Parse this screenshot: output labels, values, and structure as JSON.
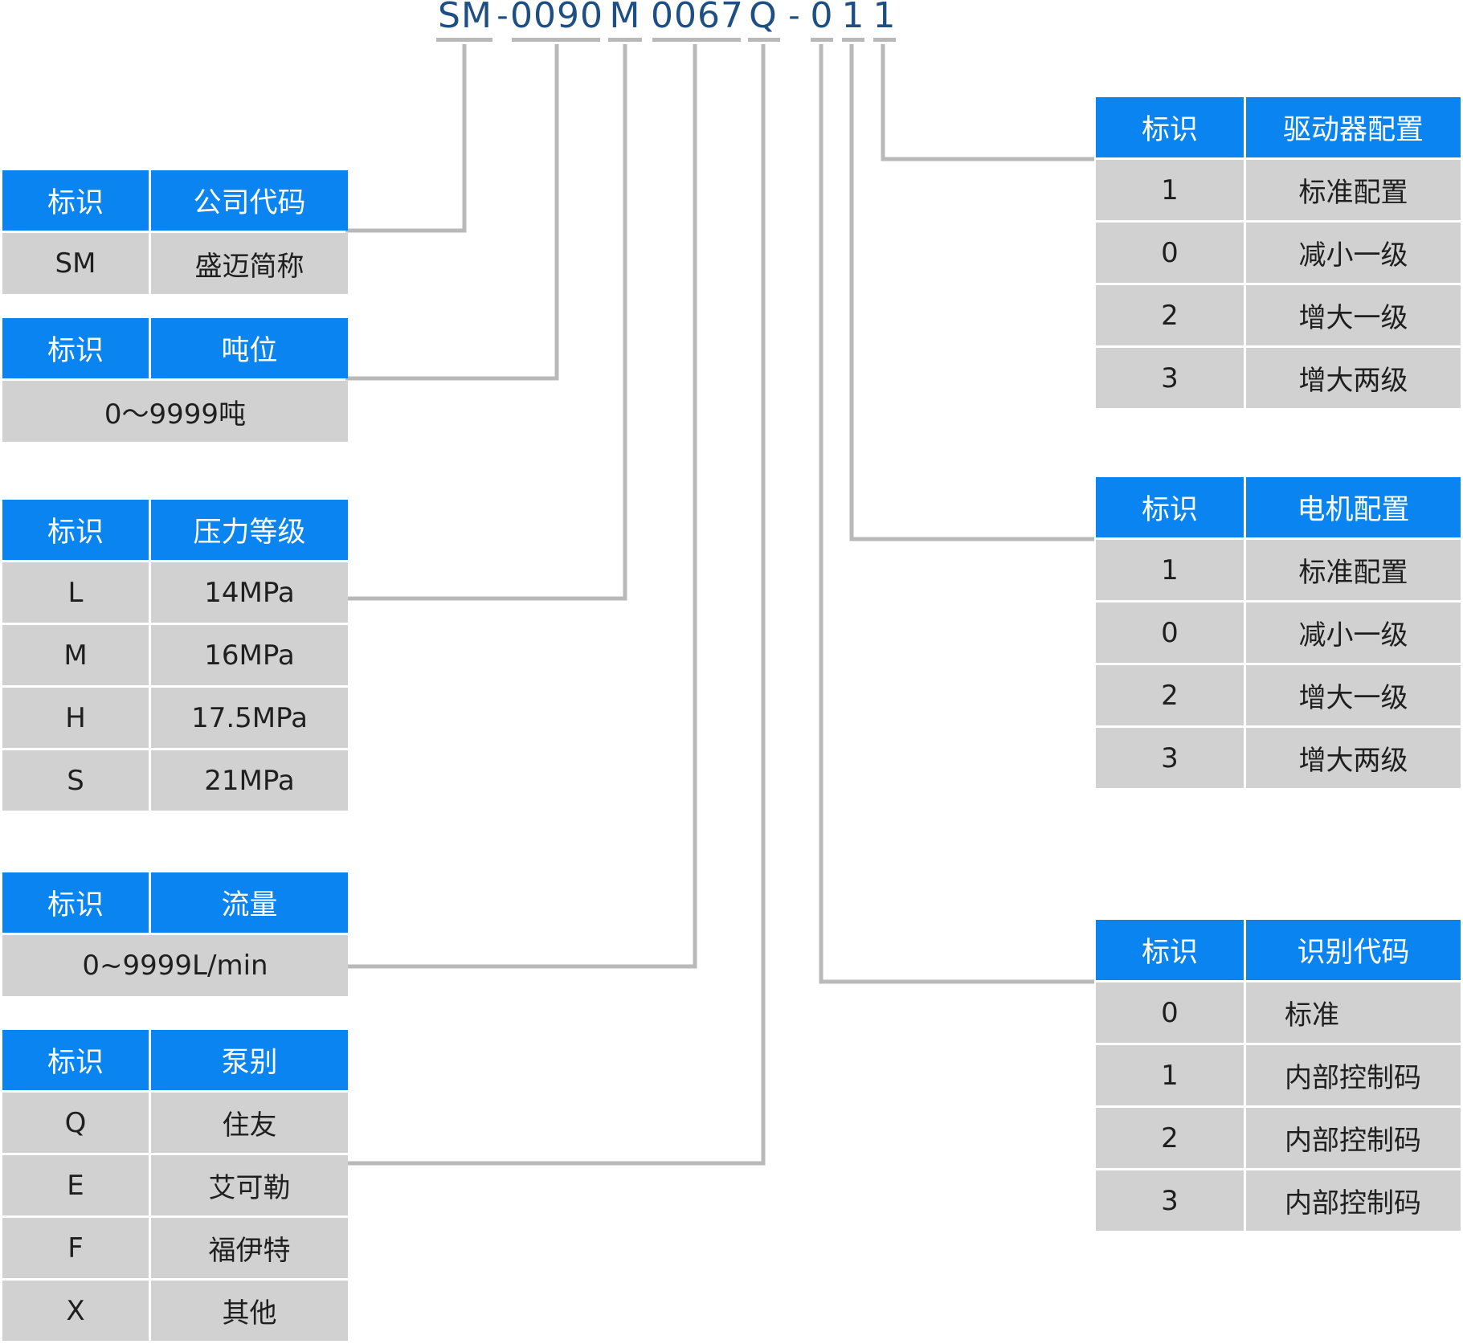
{
  "colors": {
    "header_bg": "#0a84f0",
    "header_text": "#ffffff",
    "cell_bg": "#d1d1d1",
    "code_text": "#1d4f85",
    "connector": "#b9b9b9"
  },
  "model_code": {
    "segments": [
      "SM",
      "-",
      "0090",
      "M",
      "0067",
      "Q",
      "-",
      "0",
      "1",
      "1"
    ]
  },
  "tables": {
    "company": {
      "header": [
        "标识",
        "公司代码"
      ],
      "rows": [
        [
          "SM",
          "盛迈简称"
        ]
      ]
    },
    "tonnage": {
      "header": [
        "标识",
        "吨位"
      ],
      "value": "0～9999吨"
    },
    "pressure": {
      "header": [
        "标识",
        "压力等级"
      ],
      "rows": [
        [
          "L",
          "14MPa"
        ],
        [
          "M",
          "16MPa"
        ],
        [
          "H",
          "17.5MPa"
        ],
        [
          "S",
          "21MPa"
        ]
      ]
    },
    "flow": {
      "header": [
        "标识",
        "流量"
      ],
      "value": "0~9999L/min"
    },
    "pump": {
      "header": [
        "标识",
        "泵别"
      ],
      "rows": [
        [
          "Q",
          "住友"
        ],
        [
          "E",
          "艾可勒"
        ],
        [
          "F",
          "福伊特"
        ],
        [
          "X",
          "其他"
        ]
      ]
    },
    "driver": {
      "header": [
        "标识",
        "驱动器配置"
      ],
      "rows": [
        [
          "1",
          "标准配置"
        ],
        [
          "0",
          "减小一级"
        ],
        [
          "2",
          "增大一级"
        ],
        [
          "3",
          "增大两级"
        ]
      ]
    },
    "motor": {
      "header": [
        "标识",
        "电机配置"
      ],
      "rows": [
        [
          "1",
          "标准配置"
        ],
        [
          "0",
          "减小一级"
        ],
        [
          "2",
          "增大一级"
        ],
        [
          "3",
          "增大两级"
        ]
      ]
    },
    "idcode": {
      "header": [
        "标识",
        "识别代码"
      ],
      "rows": [
        [
          "0",
          "标准"
        ],
        [
          "1",
          "内部控制码"
        ],
        [
          "2",
          "内部控制码"
        ],
        [
          "3",
          "内部控制码"
        ]
      ]
    }
  }
}
